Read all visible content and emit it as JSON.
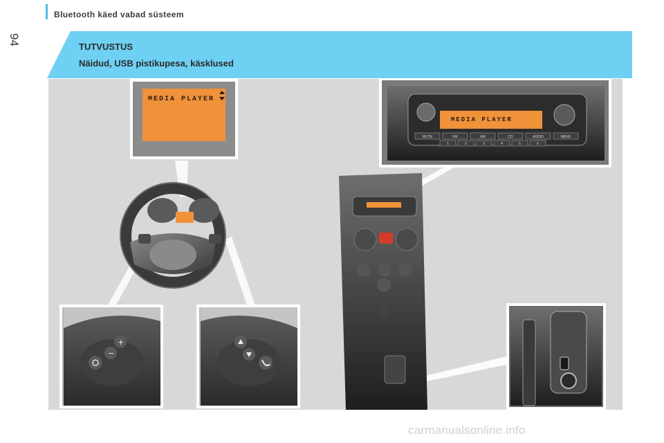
{
  "page": {
    "number": "94",
    "header_title": "Bluetooth käed vabad süsteem"
  },
  "section": {
    "title": "TUTVUSTUS",
    "subtitle": "Näidud, USB pistikupesa, käsklused"
  },
  "display": {
    "text": "MEDIA PLAYER",
    "background": "#f0923a"
  },
  "radio": {
    "display_text": "MEDIA PLAYER",
    "buttons_top": [
      "MUTE",
      "FM",
      "AM",
      "CD",
      "AUDIO",
      "MENU"
    ],
    "buttons_bottom": [
      "1",
      "2",
      "3",
      "4",
      "5",
      "6"
    ]
  },
  "colors": {
    "banner": "#6ed0f3",
    "accent_bar": "#4dbfe6",
    "illustration_bg": "#d8d8d8"
  },
  "watermark": "carmanualsonline.info"
}
